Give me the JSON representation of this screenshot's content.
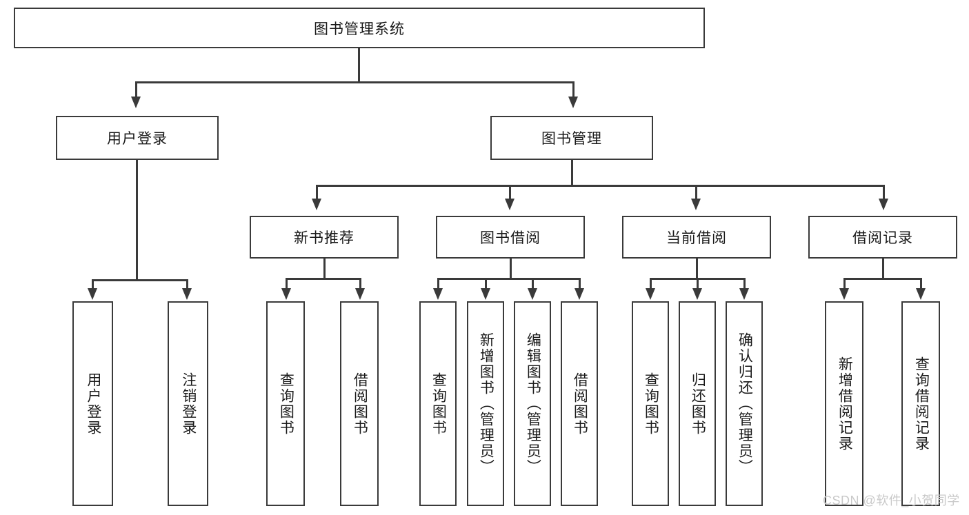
{
  "diagram": {
    "type": "tree-hierarchy-chart",
    "title_node": {
      "label": "图书管理系统"
    },
    "level2": [
      {
        "label": "用户登录"
      },
      {
        "label": "图书管理"
      }
    ],
    "level3": [
      {
        "label": "新书推荐"
      },
      {
        "label": "图书借阅"
      },
      {
        "label": "当前借阅"
      },
      {
        "label": "借阅记录"
      }
    ],
    "leaves": {
      "user_login": [
        {
          "label": "用户登录"
        },
        {
          "label": "注销登录"
        }
      ],
      "new_book_recommend": [
        {
          "label": "查询图书"
        },
        {
          "label": "借阅图书"
        }
      ],
      "book_borrow": [
        {
          "label": "查询图书"
        },
        {
          "label": "新增图书（管理员）"
        },
        {
          "label": "编辑图书（管理员）"
        },
        {
          "label": "借阅图书"
        }
      ],
      "current_borrow": [
        {
          "label": "查询图书"
        },
        {
          "label": "归还图书"
        },
        {
          "label": "确认归还（管理员）"
        }
      ],
      "borrow_record": [
        {
          "label": "新增借阅记录"
        },
        {
          "label": "查询借阅记录"
        }
      ]
    },
    "watermark": "CSDN @软件_小贺同学",
    "colors": {
      "stroke": "#3a3a3a",
      "fill": "#ffffff",
      "text": "#1a1a1a",
      "watermark": "#c9c9c9"
    }
  }
}
